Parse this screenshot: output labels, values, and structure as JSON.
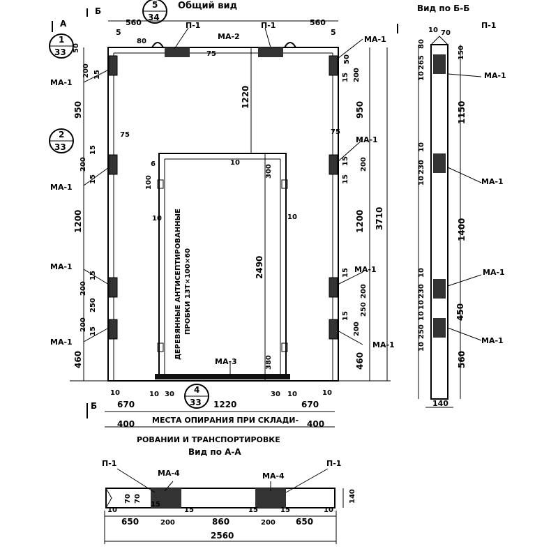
{
  "views": {
    "general": "Общий вид",
    "section_b": "Вид по Б-Б",
    "section_a": "Вид по А-А"
  },
  "section_marks": {
    "a": "А",
    "b": "Б",
    "b2": "Б"
  },
  "callouts": {
    "c1": {
      "num": "1",
      "sheet": "33"
    },
    "c2": {
      "num": "2",
      "sheet": "33"
    },
    "c4": {
      "num": "4",
      "sheet": "33"
    },
    "c5": {
      "num": "5",
      "sheet": "34"
    }
  },
  "parts": {
    "p1": "П-1",
    "ma1": "МА-1",
    "ma2": "МА-2",
    "ma3": "МА-3",
    "ma4": "МА-4"
  },
  "notes": {
    "timber_line1": "ДЕРЕВЯННЫЕ АНТИСЕПТИРОВАННЫЕ",
    "timber_line2": "ПРОБКИ 13Т×100×60",
    "support_line1": "МЕСТА ОПИРАНИЯ ПРИ СКЛАДИ-",
    "support_line2": "РОВАНИИ И ТРАНСПОРТИРОВКЕ"
  },
  "dims": {
    "d560": "560",
    "d5": "5",
    "d80": "80",
    "d75": "75",
    "d50": "50",
    "d200": "200",
    "d15": "15",
    "d950": "950",
    "d1220": "1220",
    "d1200": "1200",
    "d3710": "3710",
    "d2490": "2490",
    "d300": "300",
    "d100": "100",
    "d6": "6",
    "d10": "10",
    "d250": "250",
    "d460": "460",
    "d380": "380",
    "d30": "30",
    "d670": "670",
    "d400": "400",
    "d70": "70",
    "d265": "265",
    "d150": "150",
    "d1150": "1150",
    "d230": "230",
    "d1400": "1400",
    "d450": "450",
    "d140": "140",
    "d650": "650",
    "d860": "860",
    "d2560": "2560"
  }
}
